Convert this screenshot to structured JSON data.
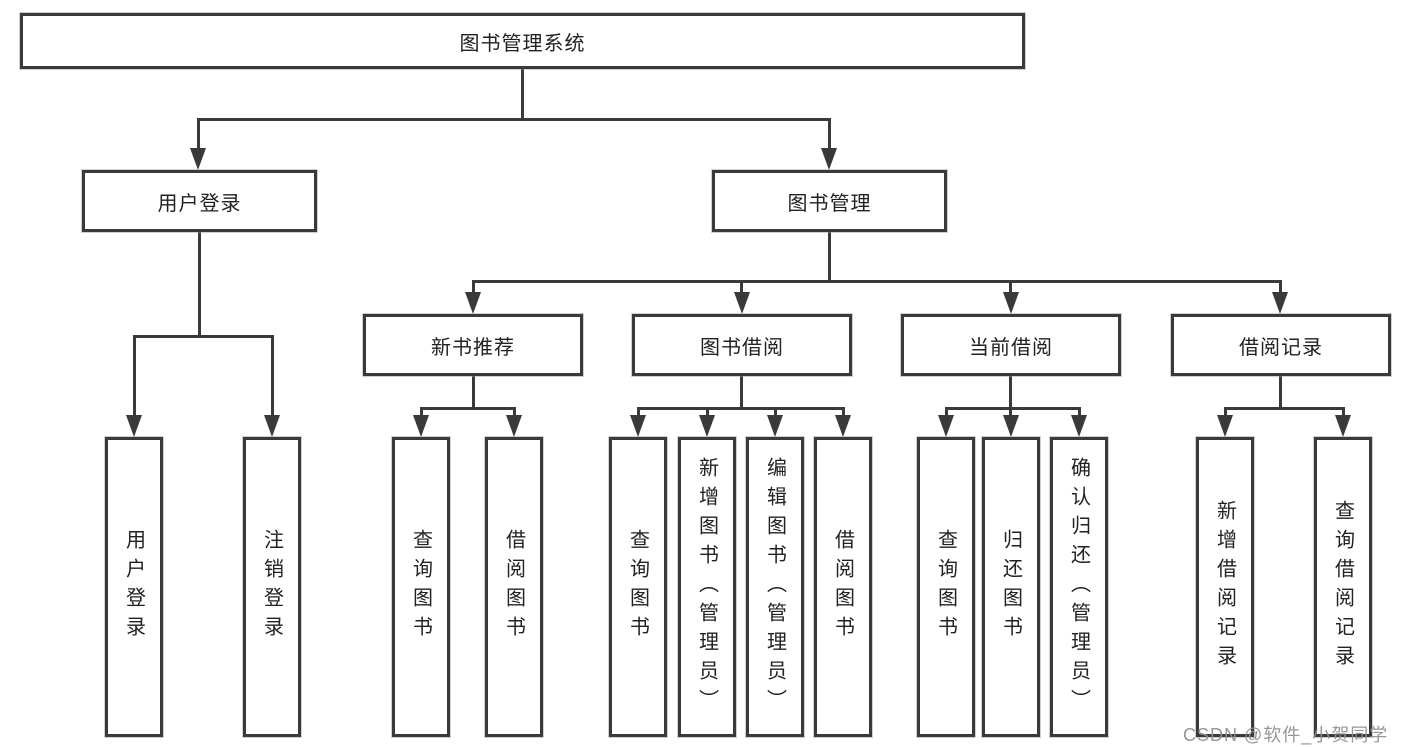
{
  "diagram": {
    "title": "图书管理系统",
    "type": "hierarchy-tree",
    "colors": {
      "line": "#3a3a3a",
      "text": "#222222",
      "background": "#ffffff",
      "watermark": "#919191"
    },
    "nodes": {
      "root": {
        "label": "图书管理系统"
      },
      "user_login": {
        "label": "用户登录"
      },
      "book_mgmt": {
        "label": "图书管理"
      },
      "new_book_rec": {
        "label": "新书推荐"
      },
      "book_borrow": {
        "label": "图书借阅"
      },
      "current_borrow": {
        "label": "当前借阅"
      },
      "borrow_records": {
        "label": "借阅记录"
      },
      "leaf_user_login": {
        "label": "用户登录"
      },
      "leaf_logout": {
        "label": "注销登录"
      },
      "leaf_query_book_1": {
        "label": "查询图书"
      },
      "leaf_borrow_book_1": {
        "label": "借阅图书"
      },
      "leaf_query_book_2": {
        "label": "查询图书"
      },
      "leaf_add_book": {
        "label": "新增图书（管理员）"
      },
      "leaf_edit_book": {
        "label": "编辑图书（管理员）"
      },
      "leaf_borrow_book_2": {
        "label": "借阅图书"
      },
      "leaf_query_book_3": {
        "label": "查询图书"
      },
      "leaf_return_book": {
        "label": "归还图书"
      },
      "leaf_confirm_return": {
        "label": "确认归还（管理员）"
      },
      "leaf_add_record": {
        "label": "新增借阅记录"
      },
      "leaf_query_record": {
        "label": "查询借阅记录"
      }
    },
    "hierarchy": {
      "root": [
        "user_login",
        "book_mgmt"
      ],
      "user_login": [
        "leaf_user_login",
        "leaf_logout"
      ],
      "book_mgmt": [
        "new_book_rec",
        "book_borrow",
        "current_borrow",
        "borrow_records"
      ],
      "new_book_rec": [
        "leaf_query_book_1",
        "leaf_borrow_book_1"
      ],
      "book_borrow": [
        "leaf_query_book_2",
        "leaf_add_book",
        "leaf_edit_book",
        "leaf_borrow_book_2"
      ],
      "current_borrow": [
        "leaf_query_book_3",
        "leaf_return_book",
        "leaf_confirm_return"
      ],
      "borrow_records": [
        "leaf_add_record",
        "leaf_query_record"
      ]
    },
    "watermark": "CSDN @软件_小贺同学"
  }
}
